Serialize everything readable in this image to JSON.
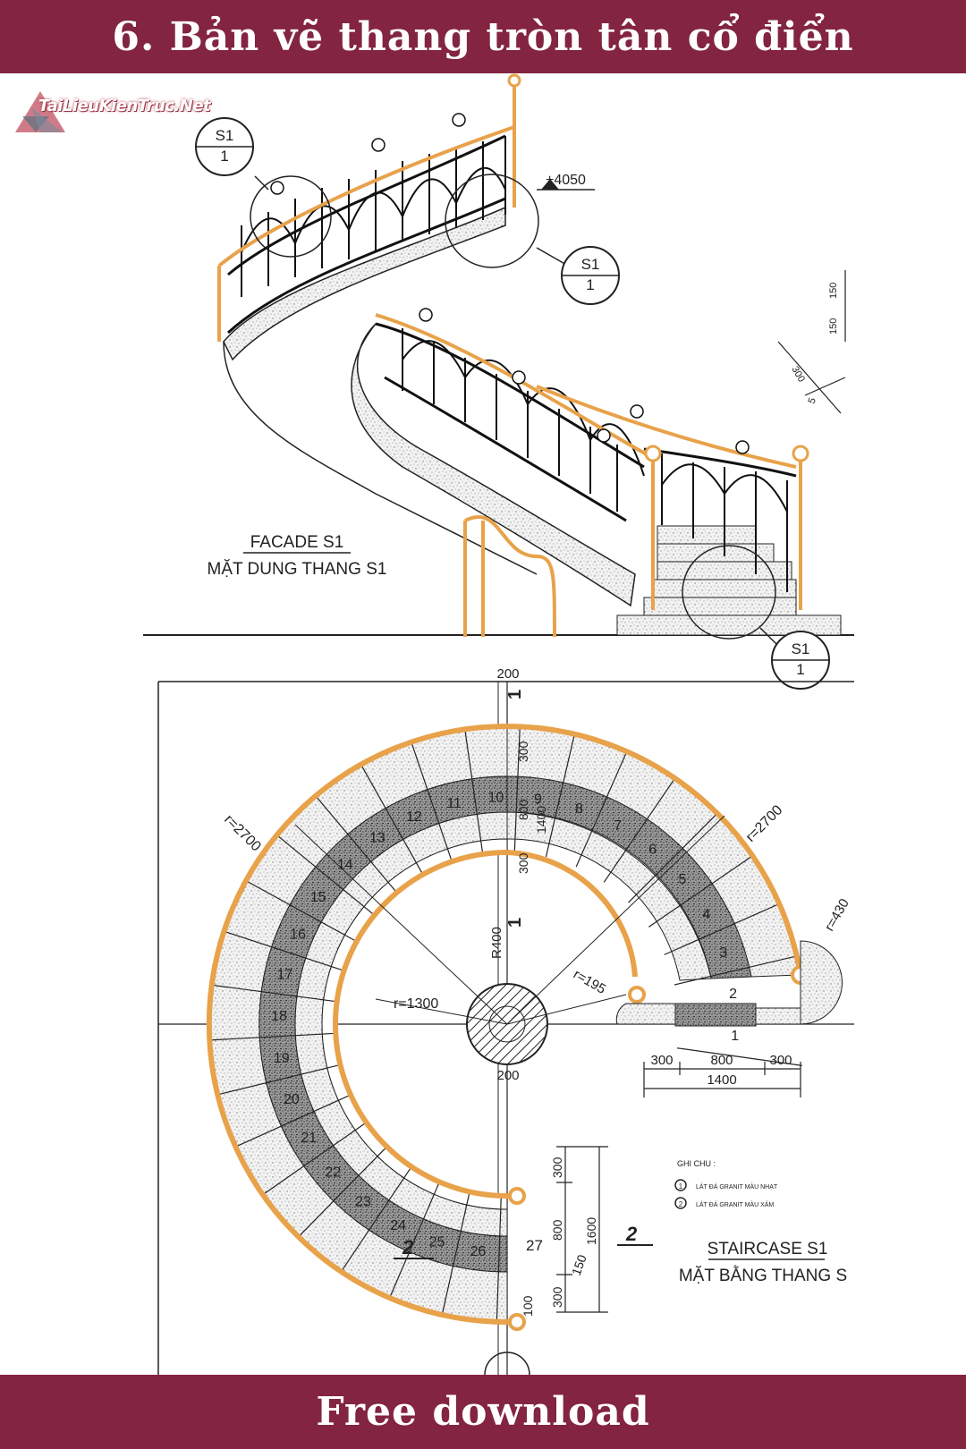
{
  "header": {
    "title": "6. Bản vẽ thang tròn tân cổ điển"
  },
  "footer": {
    "label": "Free download"
  },
  "watermark": {
    "text": "TaiLieuKienTruc.Net"
  },
  "colors": {
    "banner": "#832441",
    "rail": "#e8a24a",
    "line": "#222222"
  },
  "facade": {
    "title": "FACADE S1",
    "subtitle": "MẶT DUNG THANG S1",
    "elevation": "+4050",
    "callout_top": "S1",
    "callout_bottom": "1",
    "dims": [
      "150",
      "150",
      "300",
      "5"
    ]
  },
  "plan": {
    "title": "STAIRCASE S1",
    "subtitle": "MẶT BẰNG THANG S",
    "radius_outer_left": "r=2700",
    "radius_outer_right": "r=2700",
    "radius_inner": "r=1300",
    "radius_small": "r=195",
    "radius_end": "r=430",
    "radius_column": "R400",
    "dim_top": "200",
    "dim_center": "200",
    "dims_vertical_top": [
      "300",
      "800",
      "1400",
      "300"
    ],
    "dims_bottom": [
      "300",
      "800",
      "300"
    ],
    "dim_bottom_total": "1400",
    "dims_right_vertical": [
      "300",
      "800",
      "300"
    ],
    "dim_right_total": "1600",
    "dim_150": "150",
    "dim_100": "100",
    "step_27": "27",
    "section_mark": "2",
    "section_mark_top": "1",
    "steps": [
      "1",
      "2",
      "3",
      "4",
      "5",
      "6",
      "7",
      "8",
      "9",
      "10",
      "11",
      "12",
      "13",
      "14",
      "15",
      "16",
      "17",
      "18",
      "19",
      "20",
      "21",
      "22",
      "23",
      "24",
      "25",
      "26"
    ],
    "legend": {
      "title": "GHI CHU :",
      "items": [
        {
          "mark": "1",
          "text": "LÁT ĐÁ GRANIT MÀU NHẠT"
        },
        {
          "mark": "2",
          "text": "LÁT ĐÁ GRANIT MÀU XÁM"
        }
      ]
    }
  }
}
